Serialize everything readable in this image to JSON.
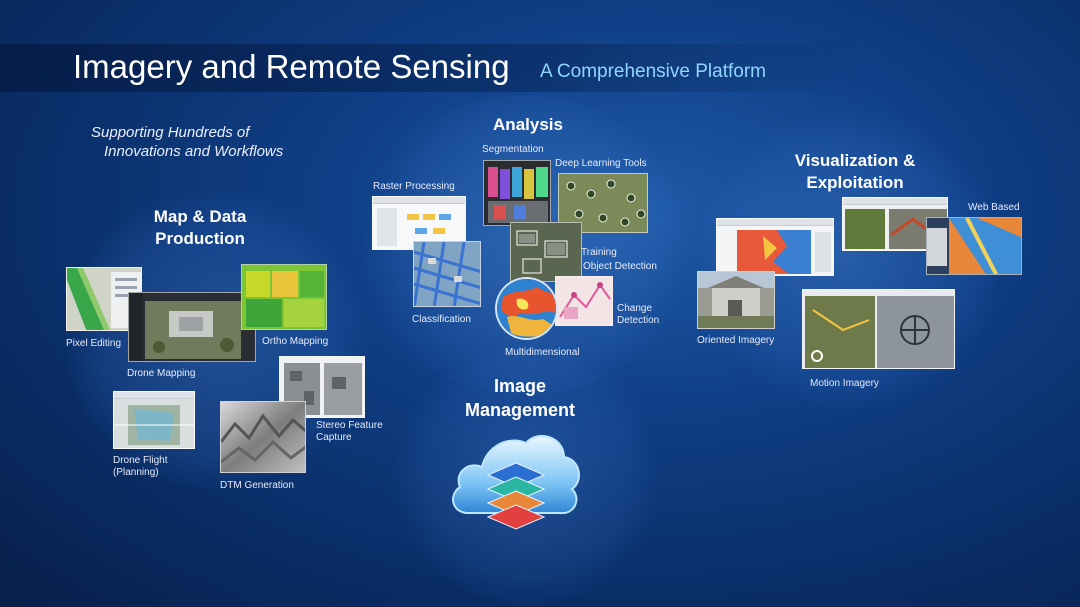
{
  "header": {
    "title": "Imagery and Remote Sensing",
    "subtitle": "A Comprehensive Platform"
  },
  "tagline": {
    "line1": "Supporting Hundreds of",
    "line2": "Innovations and Workflows"
  },
  "sections": {
    "map_data": {
      "line1": "Map & Data",
      "line2": "Production"
    },
    "analysis": {
      "title": "Analysis"
    },
    "visualization": {
      "line1": "Visualization &",
      "line2": "Exploitation"
    },
    "image_management": {
      "line1": "Image",
      "line2": "Management"
    }
  },
  "captions": {
    "pixel_editing": "Pixel Editing",
    "drone_mapping": "Drone Mapping",
    "ortho_mapping": "Ortho Mapping",
    "drone_flight_1": "Drone Flight",
    "drone_flight_2": "(Planning)",
    "stereo_1": "Stereo Feature",
    "stereo_2": "Capture",
    "dtm_generation": "DTM Generation",
    "raster_processing": "Raster Processing",
    "segmentation": "Segmentation",
    "deep_learning_tools": "Deep Learning Tools",
    "training": "Training",
    "object_detection": "Object Detection",
    "classification": "Classification",
    "change_1": "Change",
    "change_2": "Detection",
    "multidimensional": "Multidimensional",
    "web_based": "Web Based",
    "oriented_imagery": "Oriented Imagery",
    "motion_imagery": "Motion Imagery"
  }
}
